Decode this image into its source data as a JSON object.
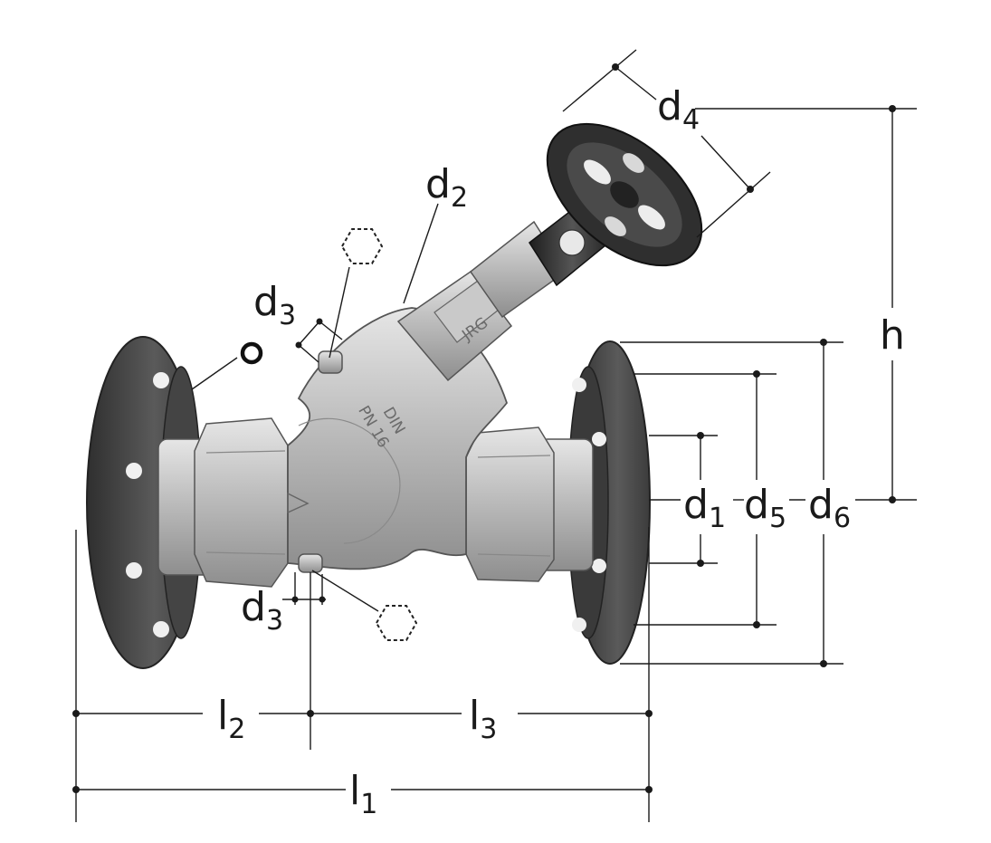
{
  "labels": {
    "l1": {
      "base": "l",
      "sub": "1"
    },
    "l2": {
      "base": "l",
      "sub": "2"
    },
    "l3": {
      "base": "l",
      "sub": "3"
    },
    "h": "h",
    "d1": {
      "base": "d",
      "sub": "1"
    },
    "d2": {
      "base": "d",
      "sub": "2"
    },
    "d3_upper": {
      "base": "d",
      "sub": "3"
    },
    "d3_lower": {
      "base": "d",
      "sub": "3"
    },
    "d4": {
      "base": "d",
      "sub": "4"
    },
    "d5": {
      "base": "d",
      "sub": "5"
    },
    "d6": {
      "base": "d",
      "sub": "6"
    }
  },
  "body_marking": {
    "line1": "DIN",
    "line2": "PN 16"
  },
  "bonnet_marking": "JRG",
  "colors": {
    "line": "#1a1a1a",
    "flange": "#4a4a4a",
    "body": "#b9b9b9",
    "handwheel": "#3a3a3a"
  }
}
